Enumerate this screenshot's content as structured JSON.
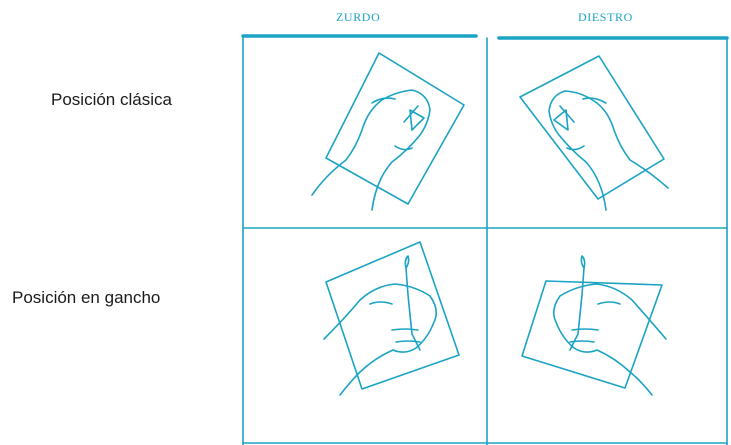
{
  "columns": [
    "ZURDO",
    "DIESTRO"
  ],
  "rows": [
    "Posición clásica",
    "Posición en gancho"
  ],
  "colors": {
    "line": "#1ba3c4",
    "text": "#1a1a1a",
    "background": "#ffffff"
  }
}
